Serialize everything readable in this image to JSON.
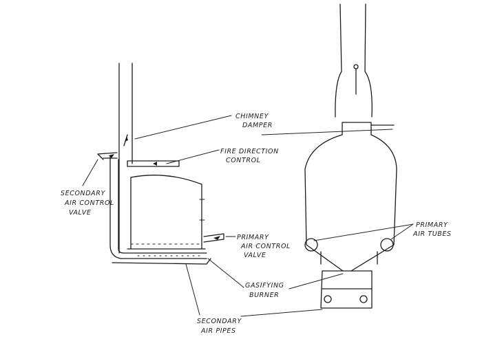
{
  "labels": {
    "chimney_damper": [
      "CHIMNEY",
      "DAMPER"
    ],
    "fire_direction_control": [
      "FIRE DIRECTION",
      "CONTROL"
    ],
    "secondary_air_control_valve": [
      "SECONDARY",
      "AIR CONTROL",
      "VALVE"
    ],
    "primary_air_control_valve": [
      "PRIMARY",
      "AIR CONTROL",
      "VALVE"
    ],
    "primary_air_tubes": [
      "PRIMARY",
      "AIR TUBES"
    ],
    "gasifying_burner": [
      "GASIFYING",
      "BURNER"
    ],
    "secondary_air_pipes": [
      "SECONDARY",
      "AIR PIPES"
    ]
  }
}
